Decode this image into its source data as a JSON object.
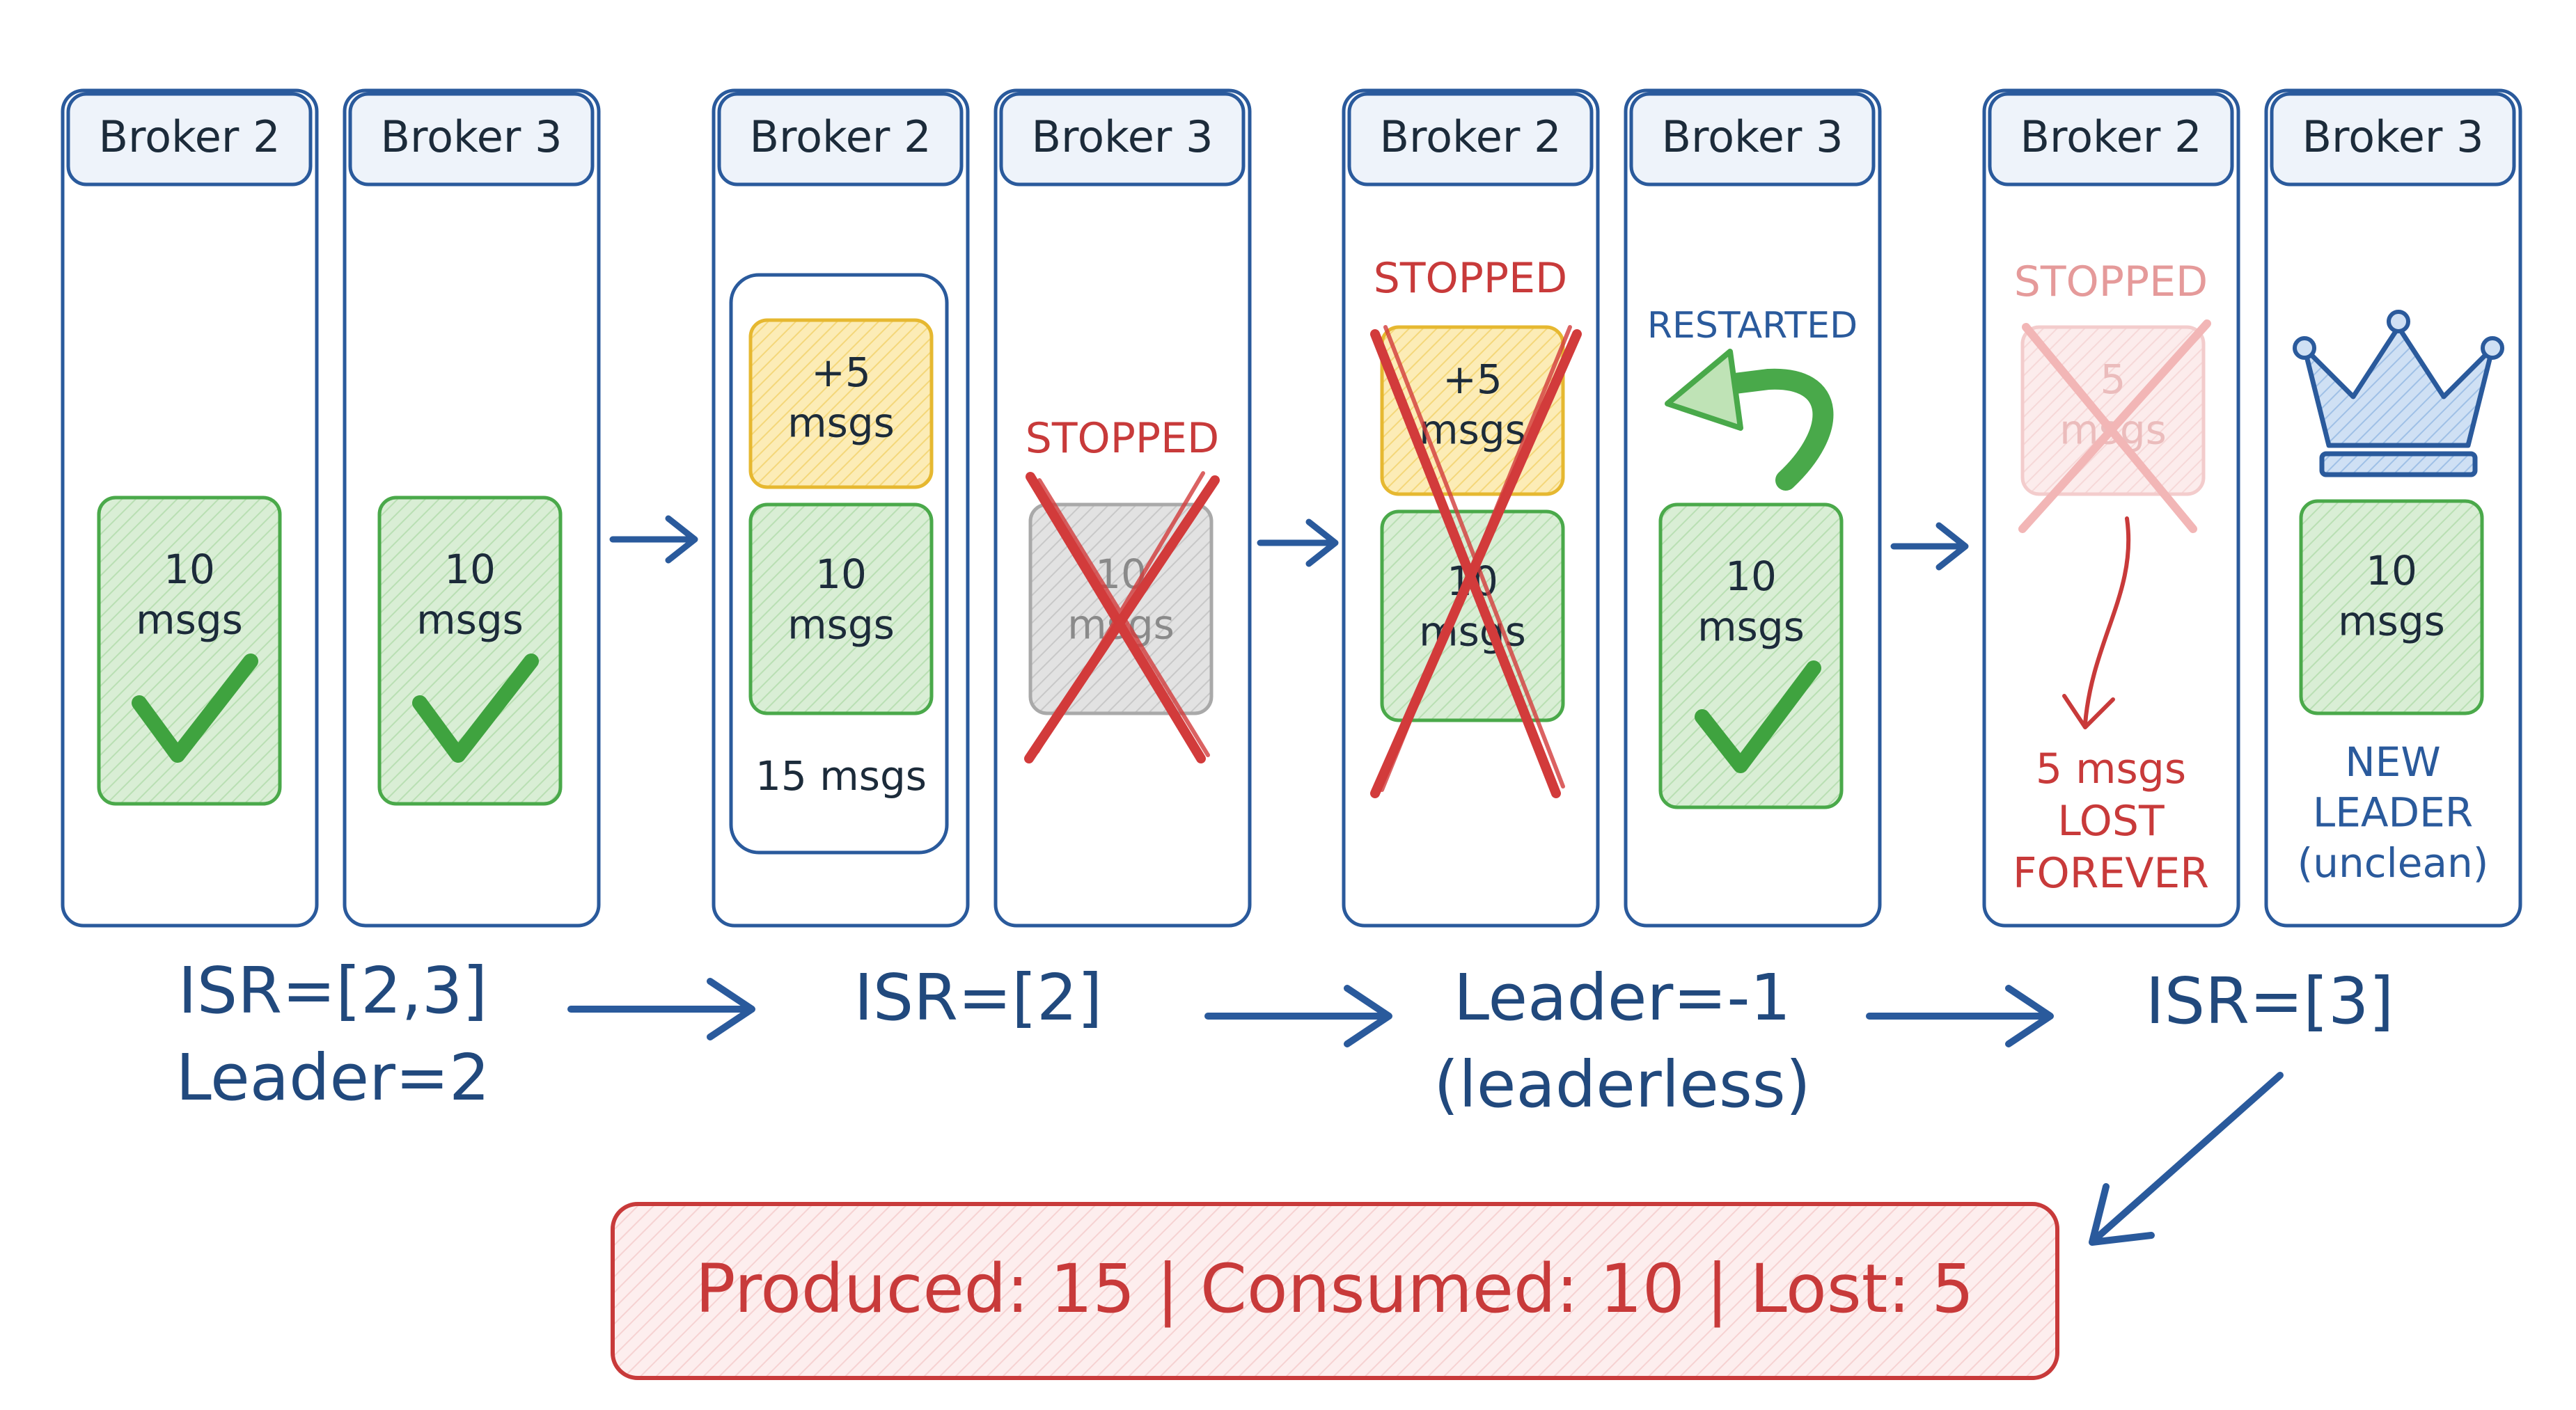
{
  "stages": [
    {
      "brokers": [
        {
          "header": "Broker 2",
          "box": "10\nmsgs",
          "status": "",
          "box_state": "ok"
        },
        {
          "header": "Broker 3",
          "box": "10\nmsgs",
          "status": "",
          "box_state": "ok"
        }
      ],
      "caption_line1": "ISR=[2,3]",
      "caption_line2": "Leader=2"
    },
    {
      "brokers": [
        {
          "header": "Broker 2",
          "box_top": "+5\nmsgs",
          "box": "10\nmsgs",
          "total": "15 msgs",
          "status": ""
        },
        {
          "header": "Broker 3",
          "box": "10\nmsgs",
          "status": "STOPPED",
          "box_state": "crossed"
        }
      ],
      "caption_line1": "ISR=[2]",
      "caption_line2": ""
    },
    {
      "brokers": [
        {
          "header": "Broker 2",
          "box_top": "+5\nmsgs",
          "box": "10\nmsgs",
          "status": "STOPPED",
          "box_state": "crossed"
        },
        {
          "header": "Broker 3",
          "box": "10\nmsgs",
          "status": "RESTARTED",
          "box_state": "ok"
        }
      ],
      "caption_line1": "Leader=-1",
      "caption_line2": "(leaderless)"
    },
    {
      "brokers": [
        {
          "header": "Broker 2",
          "box": "5\nmsgs",
          "status": "STOPPED",
          "box_state": "faded",
          "note": "5 msgs\nLOST\nFOREVER"
        },
        {
          "header": "Broker 3",
          "box": "10\nmsgs",
          "status": "",
          "box_state": "ok",
          "note": "NEW\nLEADER\n(unclean)"
        }
      ],
      "caption_line1": "ISR=[3]",
      "caption_line2": ""
    }
  ],
  "summary": "Produced: 15 | Consumed: 10 | Lost: 5",
  "colors": {
    "blue": "#2a5a9c",
    "navy": "#21497d",
    "green": "#4aa94a",
    "green_fill": "#d6ecd2",
    "yellow": "#e6b830",
    "yellow_fill": "#fbe9b0",
    "red": "#c83a3a",
    "red_fill": "#fbe3e3",
    "grey_fill": "#dcdcdc"
  }
}
